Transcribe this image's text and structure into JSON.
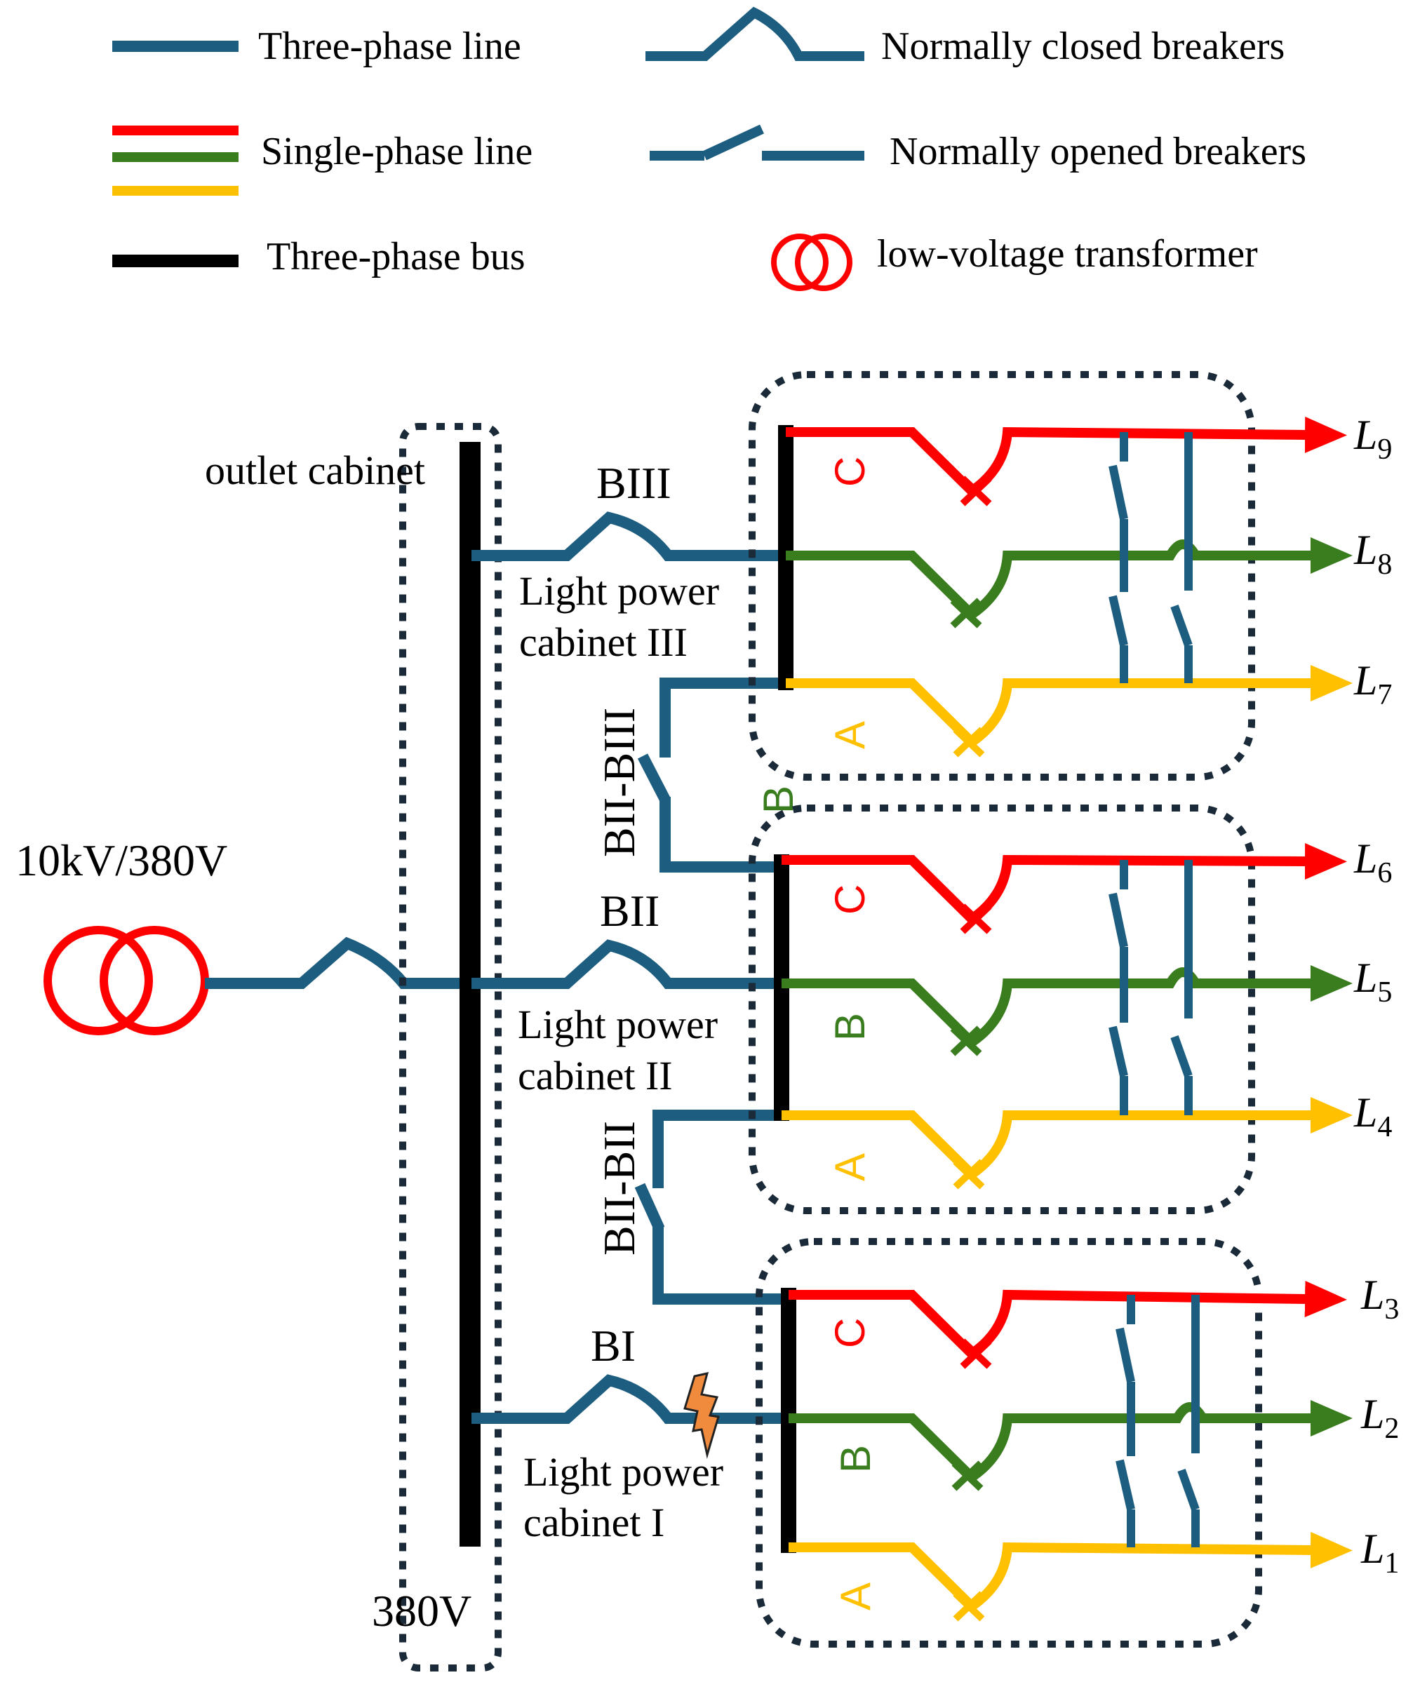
{
  "legend": {
    "three_phase_line": "Three-phase line",
    "single_phase_line": "Single-phase line",
    "three_phase_bus": "Three-phase bus",
    "normally_closed": "Normally closed breakers",
    "normally_opened": "Normally opened breakers",
    "transformer": "low-voltage transformer"
  },
  "labels": {
    "transformer_rating": "10kV/380V",
    "outlet_cabinet": "outlet cabinet",
    "bus_voltage": "380V",
    "breaker_biii": "BIII",
    "breaker_bii": "BII",
    "breaker_bi": "BI",
    "tie_bii_biii": "BII-BIII",
    "tie_bii_bi": "BII-BII",
    "cabinet3_line1": "Light power",
    "cabinet3_line2": "cabinet III",
    "cabinet2_line1": "Light power",
    "cabinet2_line2": "cabinet II",
    "cabinet1_line1": "Light power",
    "cabinet1_line2": "cabinet I"
  },
  "phases": {
    "a": "A",
    "b": "B",
    "c": "C"
  },
  "loads": {
    "letter": "L",
    "l9": "9",
    "l8": "8",
    "l7": "7",
    "l6": "6",
    "l5": "5",
    "l4": "4",
    "l3": "3",
    "l2": "2",
    "l1": "1"
  },
  "colors": {
    "three_phase": "#1d5e80",
    "phase_c": "#ff0000",
    "phase_b": "#3a7d1e",
    "phase_a": "#ffc000",
    "bus": "#000000",
    "transformer": "#ff0000",
    "enclosure": "#1a2a38",
    "fault": "#f08a3c"
  }
}
